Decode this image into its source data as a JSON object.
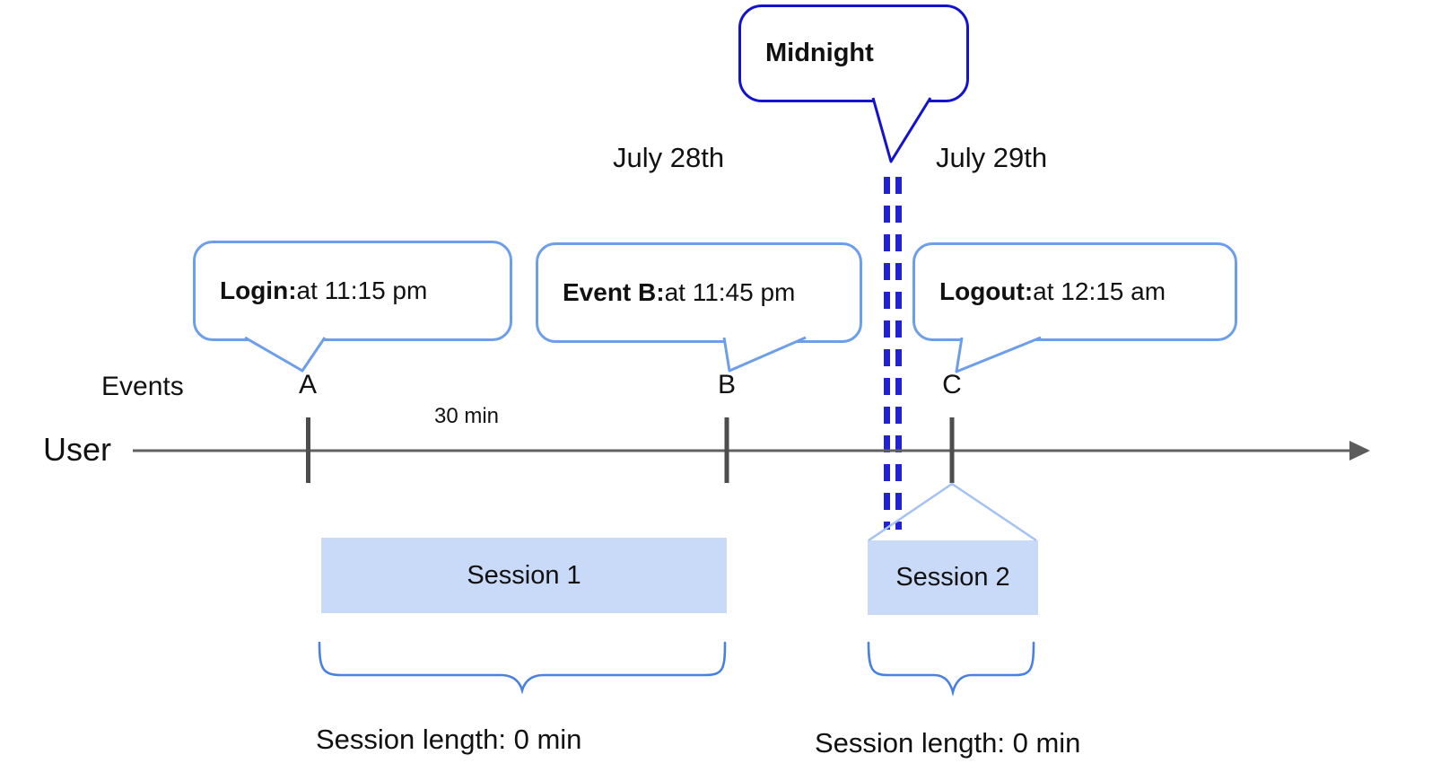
{
  "bubbles": {
    "midnight": {
      "label": "Midnight"
    },
    "login": {
      "title": "Login:",
      "detail": " at 11:15 pm"
    },
    "event_b": {
      "title": "Event B:",
      "detail": " at 11:45 pm"
    },
    "logout": {
      "title": "Logout:",
      "detail": " at 12:15 am"
    }
  },
  "timeline": {
    "axis_label": "User",
    "events_label": "Events",
    "event_markers": [
      "A",
      "B",
      "C"
    ],
    "interval_label": "30 min",
    "date_left": "July 28th",
    "date_right": "July 29th"
  },
  "sessions": [
    {
      "label": "Session 1",
      "length_label": "Session length: 0 min"
    },
    {
      "label": "Session 2",
      "length_label": "Session length: 0 min"
    }
  ],
  "colors": {
    "event_bubble_border": "#6d9eeb",
    "midnight_bubble_border": "#1212d0",
    "midnight_divider": "#2121d6",
    "session_fill": "#c9daf8",
    "session_roof": "#a4c2f4",
    "brace": "#4a80e2",
    "axis": "#616161",
    "tick": "#4d4d4d",
    "text": "#111111"
  }
}
